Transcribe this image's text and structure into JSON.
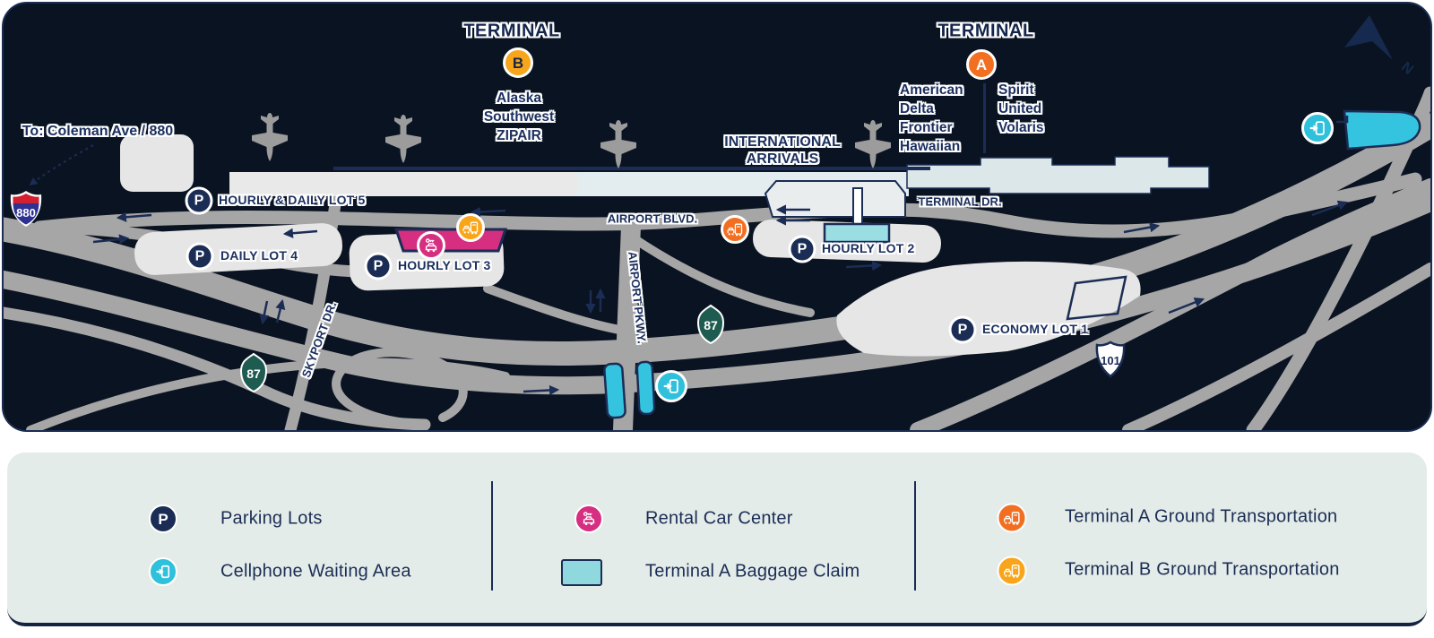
{
  "map": {
    "direction_note": "To: Coleman Ave / 880",
    "parking_symbol": "P",
    "compass": "N",
    "terminal_b": {
      "title": "TERMINAL",
      "letter": "B",
      "airlines": [
        "Alaska",
        "Southwest",
        "ZIPAIR"
      ]
    },
    "terminal_a": {
      "title": "TERMINAL",
      "letter": "A",
      "airlines_left": [
        "American",
        "Delta",
        "Frontier",
        "Hawaiian"
      ],
      "airlines_right": [
        "Spirit",
        "United",
        "Volaris"
      ]
    },
    "international_arrivals": {
      "line1": "INTERNATIONAL",
      "line2": "ARRIVALS"
    },
    "roads": {
      "airport_blvd": "AIRPORT BLVD.",
      "terminal_dr": "TERMINAL DR.",
      "airport_pkwy": "AIRPORT PKWY.",
      "skyport_dr": "SKYPORT DR."
    },
    "shields": {
      "i880": "880",
      "ca87": "87",
      "us101": "101"
    },
    "lots": {
      "lot5": "HOURLY & DAILY LOT 5",
      "lot4": "DAILY LOT 4",
      "lot3": "HOURLY LOT 3",
      "lot2": "HOURLY LOT 2",
      "lot1": "ECONOMY LOT 1"
    }
  },
  "legend": {
    "parking": "Parking Lots",
    "cellphone": "Cellphone Waiting Area",
    "rental": "Rental Car Center",
    "baggage": "Terminal A Baggage Claim",
    "ground_a": "Terminal A Ground Transportation",
    "ground_b": "Terminal B Ground Transportation"
  },
  "colors": {
    "navy": "#1B2D55",
    "map_background": "#0A1321",
    "road_gray": "#A6A6A6",
    "lot_gray": "#E6E6E6",
    "terminal_a_orange": "#F26F21",
    "terminal_b_yellow": "#F9A51B",
    "rental_pink": "#D62E80",
    "cellphone_teal": "#2FC0DB",
    "baggage_teal": "#8FD9DE",
    "shield_green": "#1E5B50",
    "interstate_red": "#D22030",
    "interstate_blue": "#2E3192",
    "legend_background": "#E4ECE9"
  }
}
